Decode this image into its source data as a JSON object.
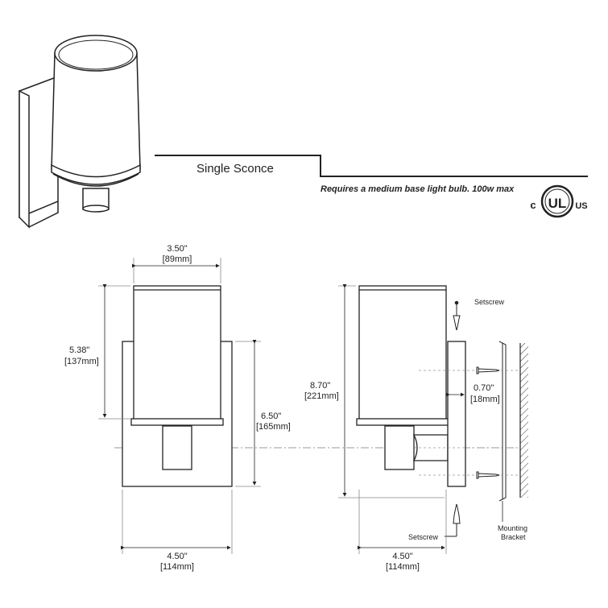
{
  "product": {
    "title": "Single Sconce",
    "note": "Requires a medium base light bulb. 100w max",
    "cert_c": "c",
    "cert_ul": "UL",
    "cert_us": "US"
  },
  "front_view": {
    "width_top": "3.50\"",
    "width_top_mm": "[89mm]",
    "shade_height": "5.38\"",
    "shade_height_mm": "[137mm]",
    "plate_height": "6.50\"",
    "plate_height_mm": "[165mm]",
    "width_bottom": "4.50\"",
    "width_bottom_mm": "[114mm]"
  },
  "side_view": {
    "total_height": "8.70\"",
    "total_height_mm": "[221mm]",
    "depth_plate": "0.70\"",
    "depth_plate_mm": "[18mm]",
    "width_bottom": "4.50\"",
    "width_bottom_mm": "[114mm]",
    "setscrew_top": "Setscrew",
    "setscrew_bottom": "Setscrew",
    "bracket_line1": "Mounting",
    "bracket_line2": "Bracket"
  }
}
